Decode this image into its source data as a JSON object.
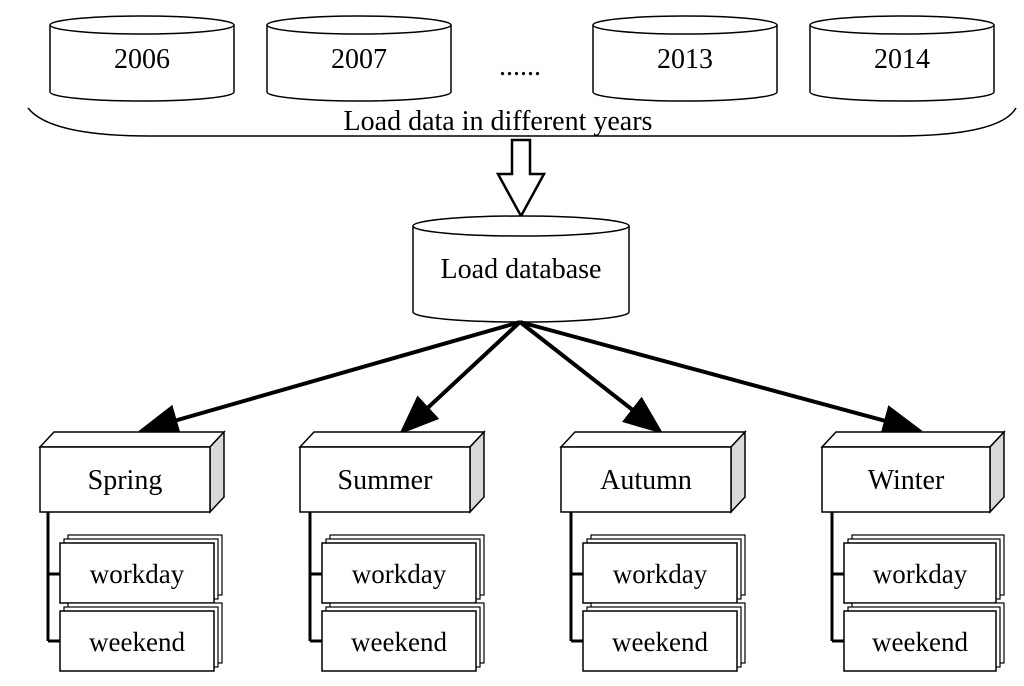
{
  "years": [
    "2006",
    "2007",
    "2013",
    "2014"
  ],
  "ellipsis": "......",
  "brace_label": "Load data in different years",
  "database_label": "Load database",
  "seasons": [
    {
      "name": "Spring",
      "items": [
        "workday",
        "weekend"
      ]
    },
    {
      "name": "Summer",
      "items": [
        "workday",
        "weekend"
      ]
    },
    {
      "name": "Autumn",
      "items": [
        "workday",
        "weekend"
      ]
    },
    {
      "name": "Winter",
      "items": [
        "workday",
        "weekend"
      ]
    }
  ],
  "colors": {
    "stroke": "#000000",
    "box_side": "#d9d9d9",
    "fill": "#ffffff"
  }
}
